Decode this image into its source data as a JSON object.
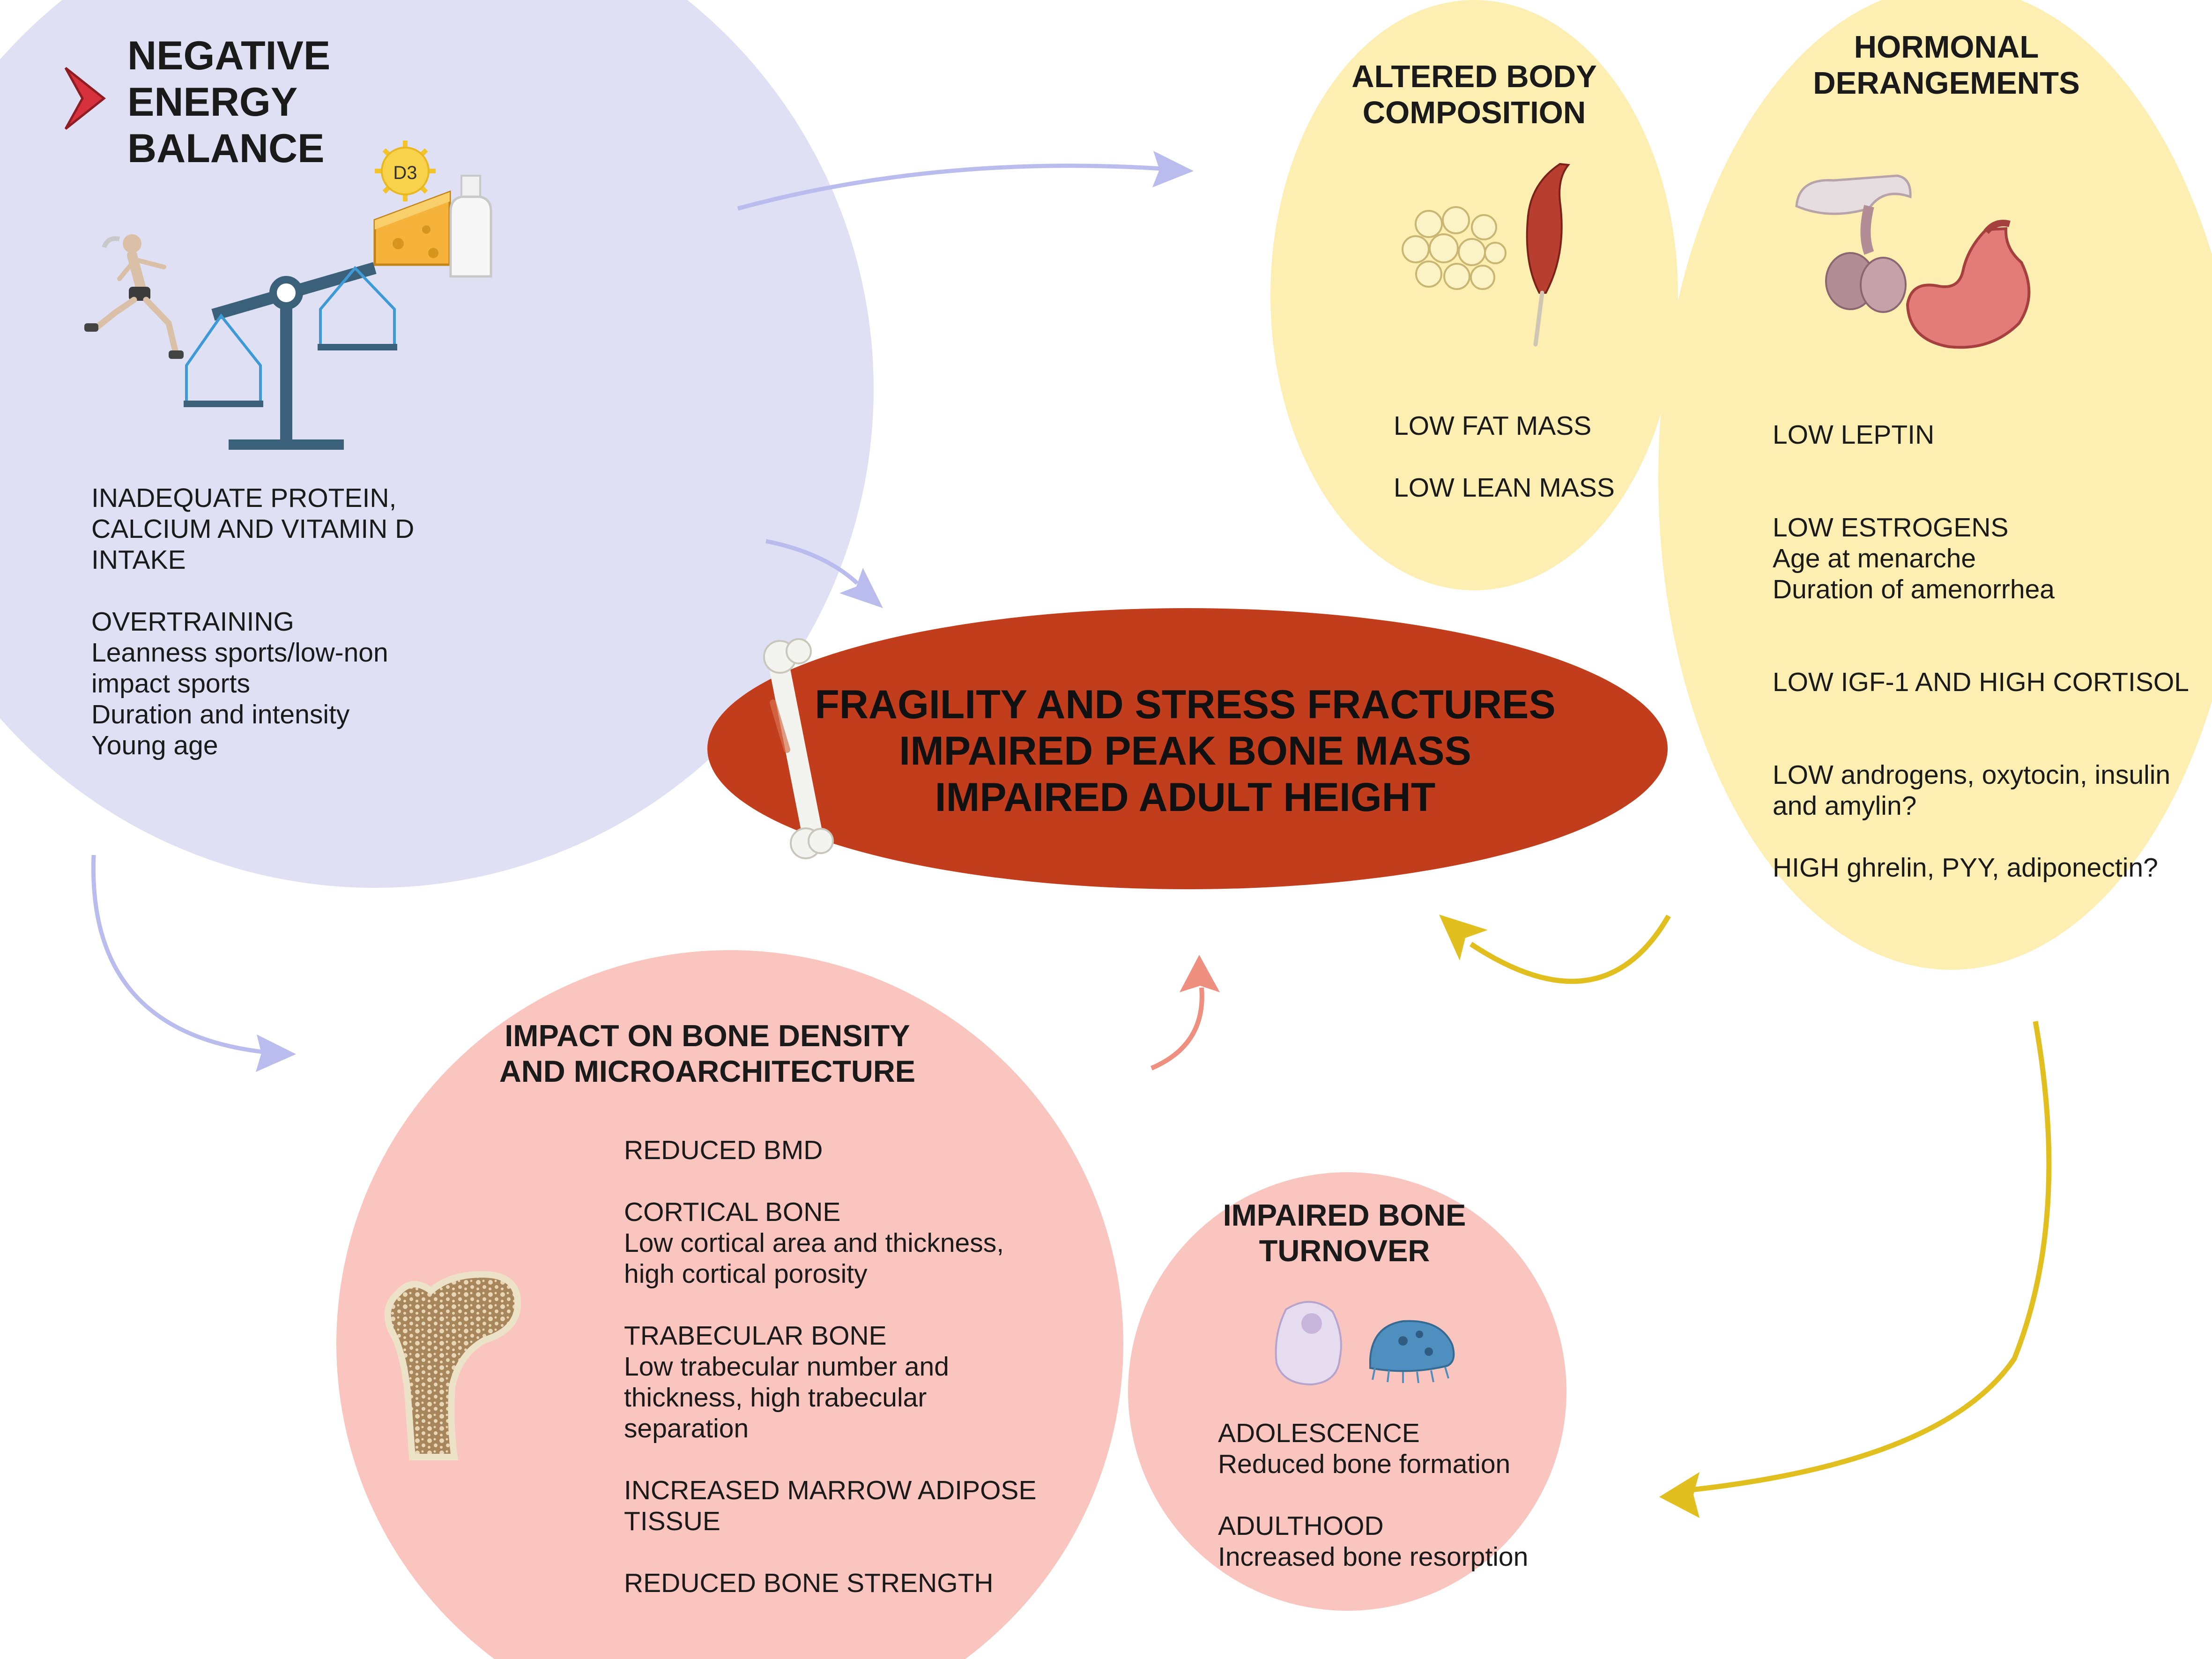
{
  "colors": {
    "energy_circle": "#dfe0f4",
    "yellow_ellipse": "#fdefb2",
    "pink_circle": "#fac5bf",
    "center_ellipse": "#c23d1b",
    "purple_arrow": "#b9bcec",
    "yellow_arrow": "#e0bf1e",
    "pink_arrow": "#ef8f80",
    "marker_red": "#d6313c"
  },
  "icons": [
    "chevron-right-icon",
    "sun-vitamin-d-icon",
    "cheese-icon",
    "milk-bottle-icon",
    "runner-icon",
    "balance-scale-icon",
    "fat-cells-icon",
    "muscle-icon",
    "pituitary-gland-icon",
    "stomach-icon",
    "femur-bone-icon",
    "femoral-head-bone-icon",
    "osteoclast-cell-icon",
    "osteoblast-cell-icon"
  ],
  "energy_balance": {
    "title_lines": [
      "NEGATIVE",
      "ENERGY",
      "BALANCE"
    ],
    "vitamin_label": "D3",
    "blocks": [
      {
        "lines": [
          "INADEQUATE PROTEIN,",
          "CALCIUM AND VITAMIN D",
          "INTAKE"
        ]
      },
      {
        "lines": [
          "OVERTRAINING",
          "Leanness sports/low-non",
          "impact sports",
          "Duration and intensity",
          "Young age"
        ]
      }
    ]
  },
  "body_composition": {
    "title_lines": [
      "ALTERED BODY",
      "COMPOSITION"
    ],
    "items": [
      "LOW FAT MASS",
      "LOW LEAN MASS"
    ]
  },
  "hormonal": {
    "title_lines": [
      "HORMONAL",
      "DERANGEMENTS"
    ],
    "blocks": [
      {
        "lines": [
          "LOW LEPTIN"
        ]
      },
      {
        "lines": [
          "LOW ESTROGENS",
          "Age at menarche",
          "Duration of amenorrhea"
        ]
      },
      {
        "lines": [
          "LOW IGF-1 AND HIGH CORTISOL"
        ]
      },
      {
        "lines": [
          "LOW androgens, oxytocin, insulin",
          "and amylin?"
        ]
      },
      {
        "lines": [
          "HIGH ghrelin, PYY, adiponectin?"
        ]
      }
    ]
  },
  "outcomes": {
    "lines": [
      "FRAGILITY AND STRESS FRACTURES",
      "IMPAIRED PEAK BONE MASS",
      "IMPAIRED ADULT HEIGHT"
    ]
  },
  "bone_density": {
    "title_lines": [
      "IMPACT ON BONE DENSITY",
      "AND MICROARCHITECTURE"
    ],
    "blocks": [
      {
        "lines": [
          "REDUCED BMD"
        ]
      },
      {
        "lines": [
          "CORTICAL BONE",
          "Low cortical area and thickness,",
          "high cortical porosity"
        ]
      },
      {
        "lines": [
          "TRABECULAR BONE",
          "Low trabecular number and",
          "thickness, high trabecular",
          "separation"
        ]
      },
      {
        "lines": [
          "INCREASED MARROW ADIPOSE",
          "TISSUE"
        ]
      },
      {
        "lines": [
          "REDUCED BONE STRENGTH"
        ]
      }
    ]
  },
  "bone_turnover": {
    "title_lines": [
      "IMPAIRED BONE",
      "TURNOVER"
    ],
    "blocks": [
      {
        "lines": [
          "ADOLESCENCE",
          "Reduced bone formation"
        ]
      },
      {
        "lines": [
          "ADULTHOOD",
          "Increased bone resorption"
        ]
      }
    ]
  }
}
